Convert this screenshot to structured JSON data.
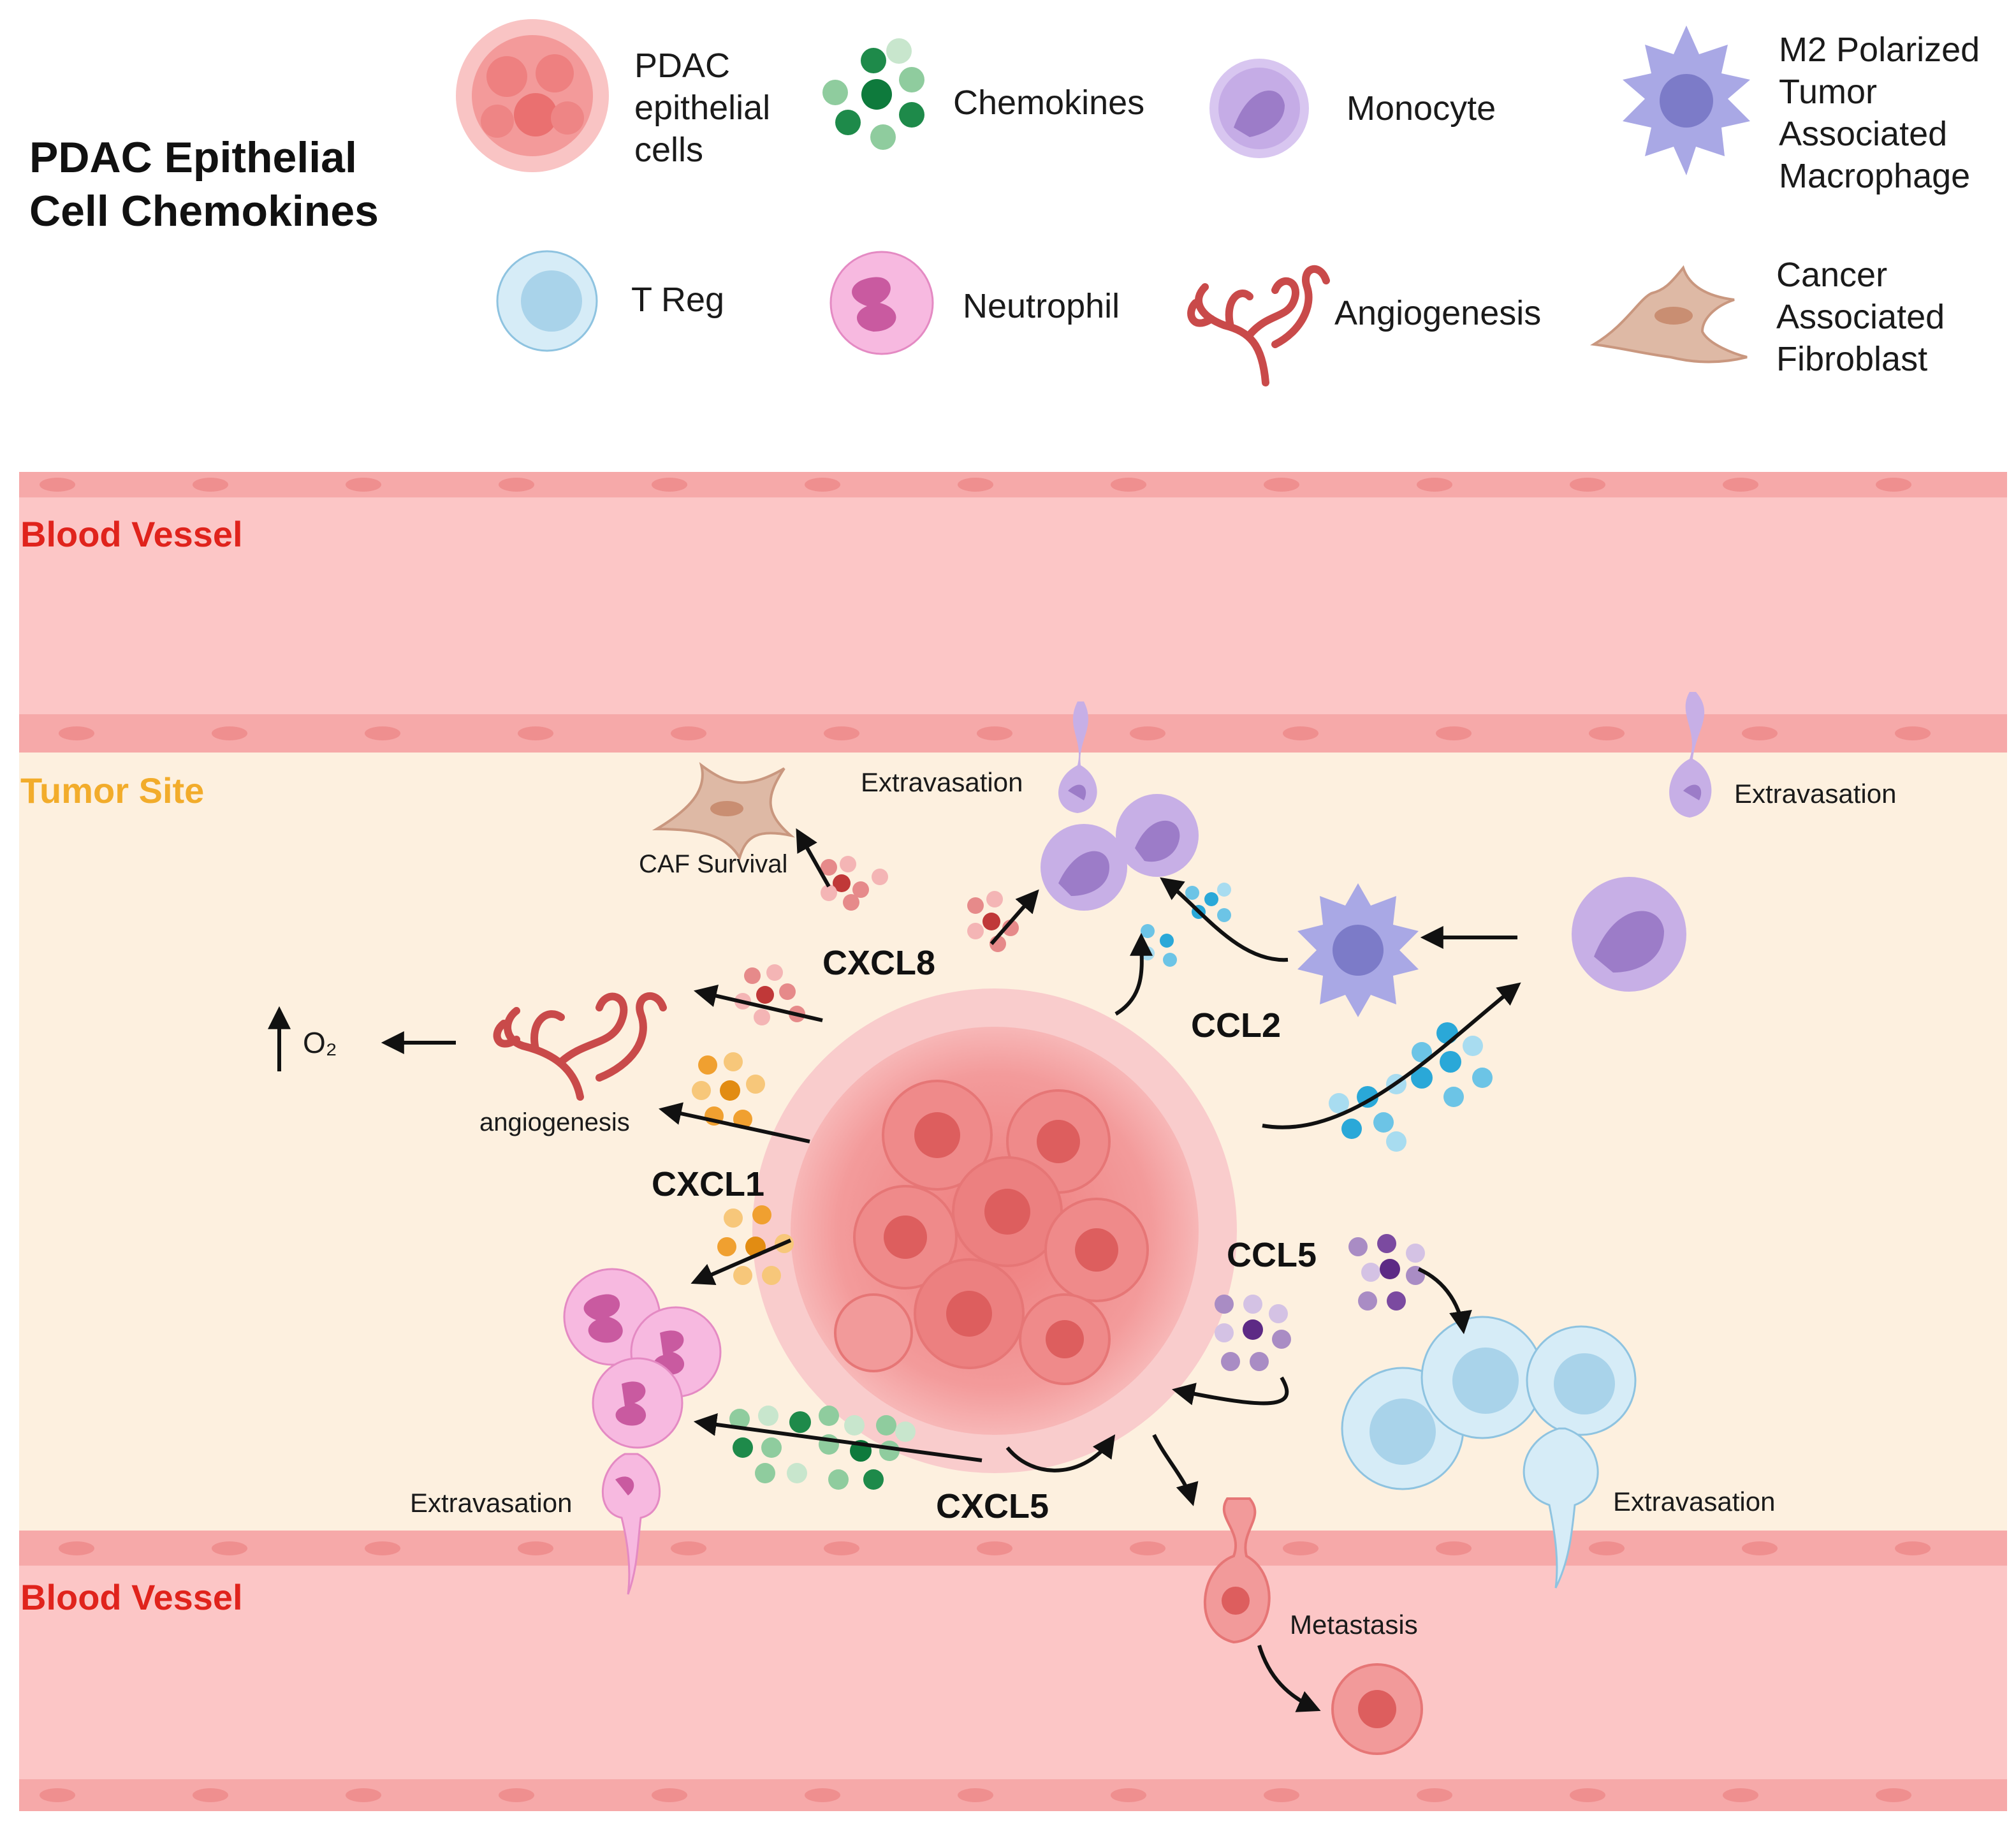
{
  "title": "PDAC Epithelial\nCell Chemokines",
  "legend": {
    "pdac": "PDAC\nepithelial\ncells",
    "chemokines": "Chemokines",
    "monocyte": "Monocyte",
    "m2": "M2 Polarized\nTumor\nAssociated\nMacrophage",
    "treg": "T Reg",
    "neutrophil": "Neutrophil",
    "angiogenesis": "Angiogenesis",
    "caf": "Cancer\nAssociated\nFibroblast"
  },
  "regions": {
    "blood_vessel_top": "Blood Vessel",
    "tumor_site": "Tumor Site",
    "blood_vessel_bottom": "Blood Vessel"
  },
  "chemokine_labels": {
    "cxcl8": "CXCL8",
    "ccl2": "CCL2",
    "cxcl1": "CXCL1",
    "ccl5": "CCL5",
    "cxcl5": "CXCL5"
  },
  "annotations": {
    "extravasation_top_center": "Extravasation",
    "extravasation_top_right": "Extravasation",
    "caf_survival": "CAF Survival",
    "oxygen": "O₂",
    "angiogenesis": "angiogenesis",
    "extravasation_left": "Extravasation",
    "extravasation_right": "Extravasation",
    "metastasis": "Metastasis"
  },
  "colors": {
    "vessel": "#fcc6c6",
    "endothelium": "#f79b9b",
    "tumor_site": "#fdf0df",
    "tumor": "#f28a8a",
    "monocyte": "#c7afe6",
    "m2": "#a4a3e3",
    "treg": "#c7e3f3",
    "neutrophil": "#f7aadd",
    "caf": "#d8b7a6",
    "angio": "#c94a4a",
    "cxcl8": "#c03838",
    "ccl2": "#2aa8d8",
    "cxcl1": "#f0a030",
    "ccl5": "#7b4aa0",
    "cxcl5": "#1e8a4a"
  }
}
